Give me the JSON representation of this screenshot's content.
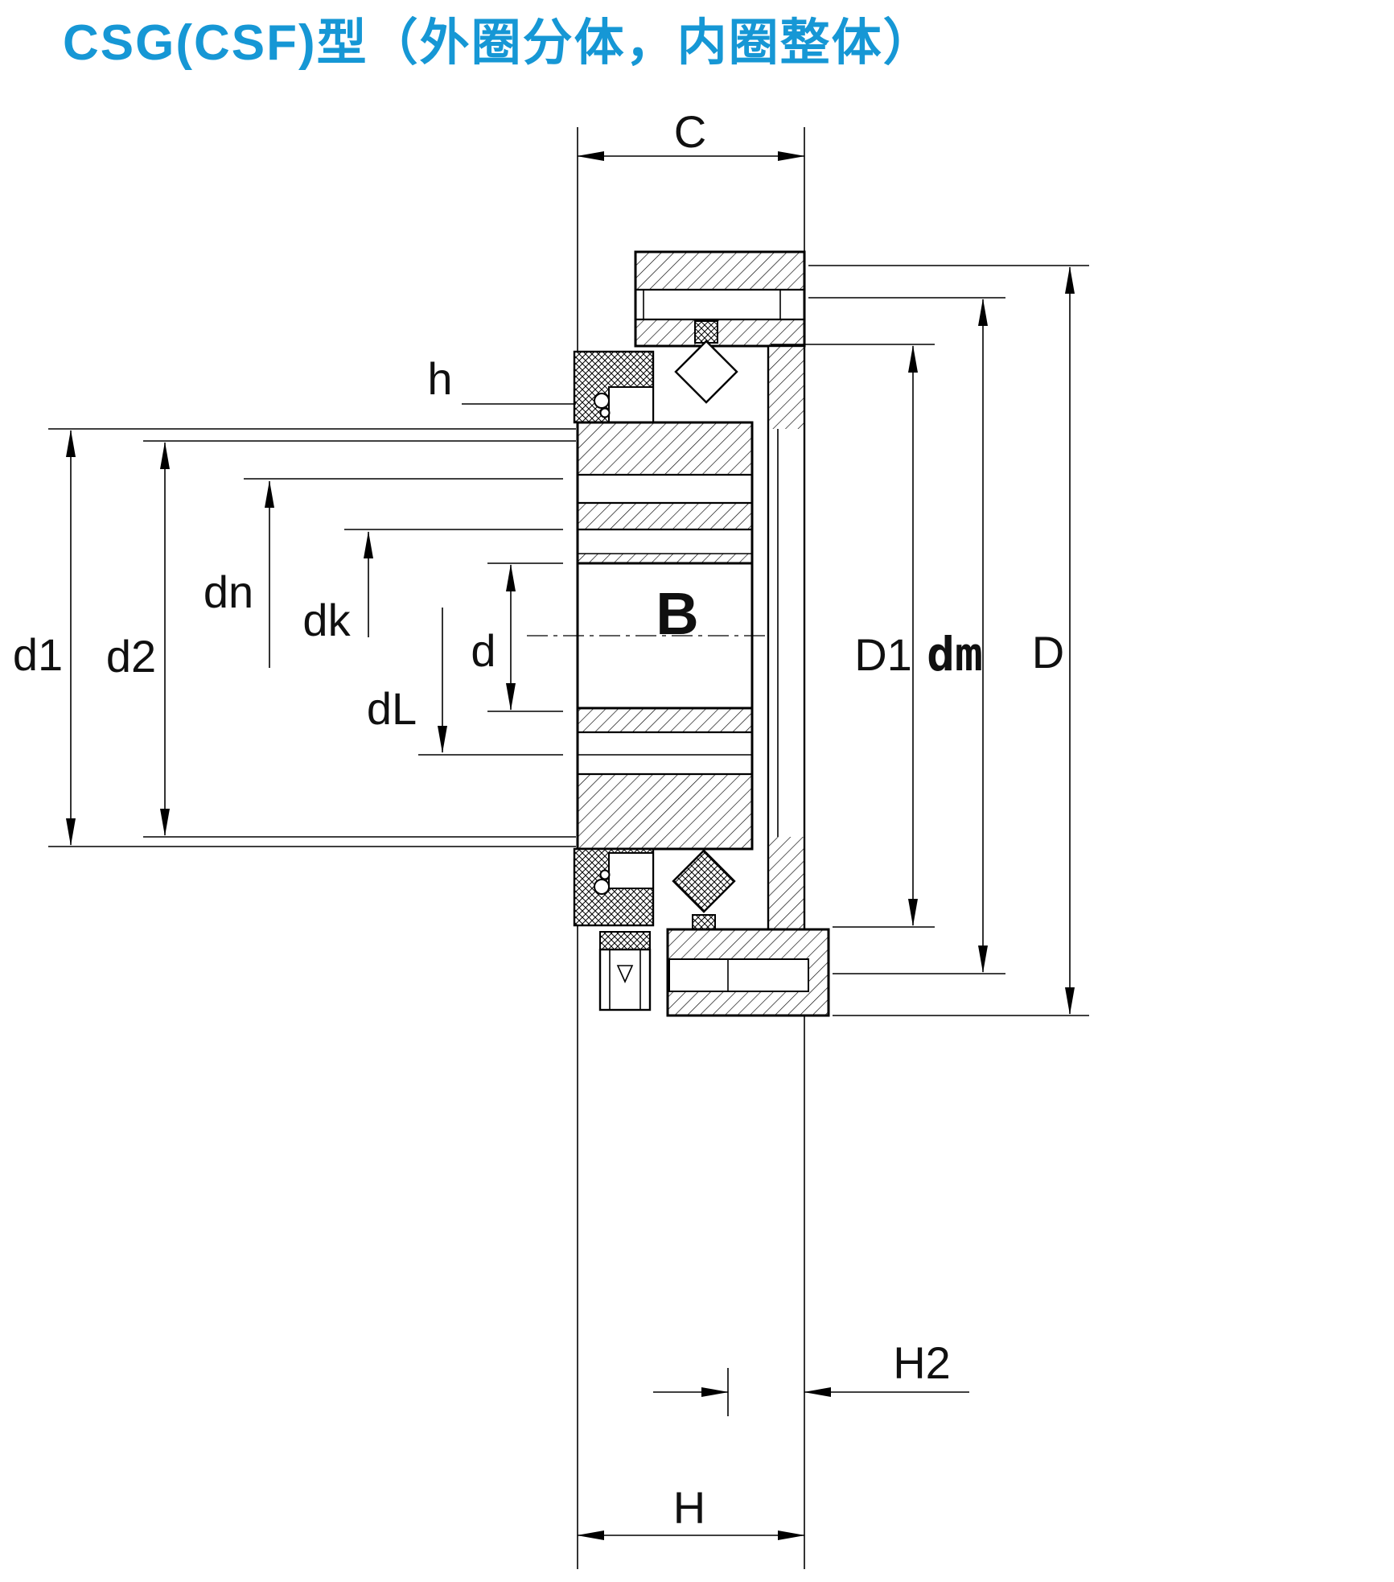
{
  "title": "CSG(CSF)型（外圈分体，内圈整体）",
  "colors": {
    "title": "#1697d5",
    "line": "#000000",
    "background": "#ffffff"
  },
  "labels": {
    "c": "C",
    "h": "h",
    "d1": "d1",
    "d2": "d2",
    "dn": "dn",
    "dk": "dk",
    "d": "d",
    "dL": "dL",
    "b": "B",
    "D1": "D1",
    "dm": "dm",
    "D": "D",
    "H2": "H2",
    "H": "H"
  }
}
